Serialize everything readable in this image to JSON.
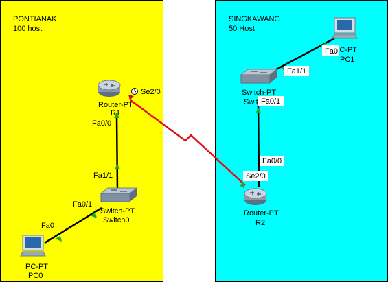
{
  "zones": {
    "left": {
      "name": "PONTIANAK",
      "hosts": "100 host",
      "color": "#ffff00"
    },
    "right": {
      "name": "SINGKAWANG",
      "hosts": "50 Host",
      "color": "#00ffff"
    }
  },
  "devices": {
    "router_r1": {
      "model": "Router-PT",
      "name": "R1"
    },
    "router_r2": {
      "model": "Router-PT",
      "name": "R2"
    },
    "switch0": {
      "model": "Switch-PT",
      "name": "Switch0"
    },
    "switch1": {
      "model": "Switch-PT",
      "name": "Switch1"
    },
    "pc0": {
      "model": "PC-PT",
      "name": "PC0"
    },
    "pc1": {
      "model": "PC-PT",
      "name": "PC1"
    }
  },
  "ports": {
    "r1_se": "Se2/0",
    "r1_fa": "Fa0/0",
    "sw0_up": "Fa1/1",
    "sw0_pc": "Fa0/1",
    "pc0_fa": "Fa0",
    "r2_se": "Se2/0",
    "r2_fa": "Fa0/0",
    "sw1_r2": "Fa0/1",
    "sw1_pc": "Fa1/1",
    "pc1_fa": "Fa0"
  },
  "colors": {
    "serial_link": "#e01010",
    "ethernet_link": "#000000",
    "link_up": "#22aa22"
  },
  "icons": {
    "router": "router-icon",
    "switch": "switch-icon",
    "pc": "pc-icon",
    "clock": "clock-icon"
  }
}
